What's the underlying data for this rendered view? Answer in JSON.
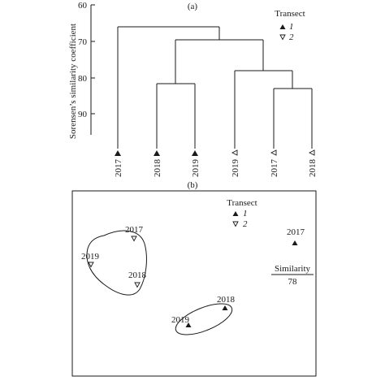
{
  "panel_a": {
    "label": "(a)",
    "y_axis_label": "Sorensen’s similarity  coefficient",
    "y_ticks": [
      "60",
      "70",
      "80",
      "90"
    ],
    "legend": {
      "title": "Transect",
      "items": [
        {
          "symbol": "▲",
          "label": "1",
          "marker": "filled-triangle-up"
        },
        {
          "symbol": "▽",
          "label": "2",
          "marker": "open-triangle-down"
        }
      ]
    },
    "leaves": [
      {
        "year": "2017",
        "transect": "1",
        "symbol": "▲"
      },
      {
        "year": "2018",
        "transect": "1",
        "symbol": "▲"
      },
      {
        "year": "2019",
        "transect": "1",
        "symbol": "▲"
      },
      {
        "year": "2019",
        "transect": "2",
        "symbol": "◁"
      },
      {
        "year": "2017",
        "transect": "2",
        "symbol": "◁"
      },
      {
        "year": "2018",
        "transect": "2",
        "symbol": "◁"
      }
    ],
    "merges": [
      {
        "clusters": [
          "2017 T2",
          "2018 T2"
        ],
        "similarity": 83
      },
      {
        "clusters": [
          "2019 T2",
          "2017 T2 + 2018 T2"
        ],
        "similarity": 78
      },
      {
        "clusters": [
          "2018 T1",
          "2019 T1"
        ],
        "similarity": 82
      },
      {
        "clusters": [
          "2018 T1 + 2019 T1",
          "all transect 2"
        ],
        "similarity": 70
      },
      {
        "clusters": [
          "2017 T1",
          "remaining"
        ],
        "similarity": 66
      }
    ]
  },
  "panel_b": {
    "label": "(b)",
    "legend": {
      "title": "Transect",
      "items": [
        {
          "symbol": "▲",
          "label": "1"
        },
        {
          "symbol": "▽",
          "label": "2"
        }
      ]
    },
    "points": [
      {
        "year": "2017",
        "transect": "2",
        "symbol": "▽"
      },
      {
        "year": "2019",
        "transect": "2",
        "symbol": "▽"
      },
      {
        "year": "2018",
        "transect": "2",
        "symbol": "▽"
      },
      {
        "year": "2018",
        "transect": "1",
        "symbol": "▲"
      },
      {
        "year": "2019",
        "transect": "1",
        "symbol": "▲"
      },
      {
        "year": "2017",
        "transect": "1",
        "symbol": "▲"
      }
    ],
    "similarity_label": "Similarity",
    "similarity_value": "78"
  }
}
